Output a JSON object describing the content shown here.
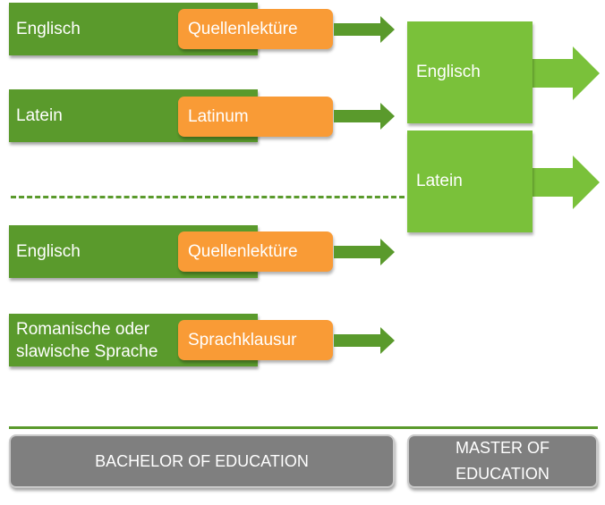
{
  "bachelor_rows": [
    {
      "subject": "Englisch",
      "requirement": "Quellenlektüre"
    },
    {
      "subject": "Latein",
      "requirement": "Latinum"
    },
    {
      "subject": "Englisch",
      "requirement": "Quellenlektüre"
    },
    {
      "subject": "Romanische oder slawische Sprache",
      "requirement": "Sprachklausur"
    }
  ],
  "master_boxes": [
    {
      "label": "Englisch"
    },
    {
      "label": "Latein"
    }
  ],
  "footer": {
    "bachelor": "BACHELOR OF EDUCATION",
    "master_line1": "MASTER OF",
    "master_line2": "EDUCATION"
  },
  "colors": {
    "dark_green": "#5a9a2c",
    "light_green": "#7ac13a",
    "orange": "#f99b36",
    "gray": "#7f7f7f"
  }
}
